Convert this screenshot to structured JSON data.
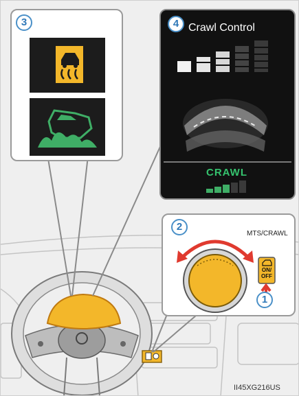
{
  "callouts": {
    "one": "1",
    "two": "2",
    "three": "3",
    "four": "4"
  },
  "display": {
    "title": "Crawl Control",
    "mode_text": "CRAWL"
  },
  "switch": {
    "label": "MTS/CRAWL",
    "button_line1": "ON/",
    "button_line2": "OFF"
  },
  "figure_code": "II45XG216US",
  "colors": {
    "callout_blue": "#2f78b8",
    "amber": "#f3b72a",
    "crawl_green": "#35c36e",
    "indicator_green": "#3fae66",
    "arrow_red": "#e03a2f"
  }
}
